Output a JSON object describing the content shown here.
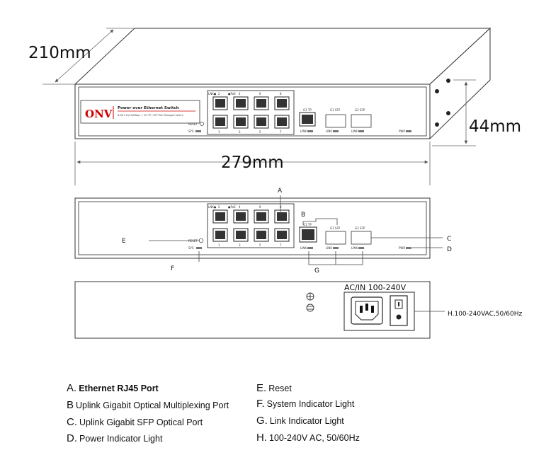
{
  "dimensions": {
    "depth": "210mm",
    "width": "279mm",
    "height": "44mm"
  },
  "switch_label": {
    "brand": "ONV",
    "title": "Power over Ethernet Switch",
    "subtitle": "8-Port 10/100Mbps + 2G TP / SFP PoE Managed Switch"
  },
  "panel_text": {
    "reset": "RESET",
    "sys": "SYS",
    "link": "LINK",
    "power": "PWR",
    "lnk_act": "LNK●",
    "poe": "●PoE",
    "top_numbers": [
      "2",
      "4",
      "6",
      "8"
    ],
    "bottom_numbers": [
      "1",
      "3",
      "5",
      "7"
    ],
    "g1_tp": "G1 TP",
    "g1_sfp": "G1 SFP",
    "g2_sfp": "G2 SFP"
  },
  "callouts": {
    "A": "A",
    "B": "B",
    "C": "C",
    "D": "D",
    "E": "E",
    "F": "F",
    "G": "G",
    "H": "H.100-240VAC,50/60Hz"
  },
  "back_panel": {
    "power_title": "AC/IN 100-240V"
  },
  "legend": {
    "left": [
      {
        "letter": "A.",
        "text": "Ethernet RJ45 Port"
      },
      {
        "letter": "B",
        "text": "Uplink Gigabit Optical Multiplexing Port"
      },
      {
        "letter": "C.",
        "text": "Uplink Gigabit SFP Optical Port"
      },
      {
        "letter": "D.",
        "text": "Power Indicator Light"
      }
    ],
    "right": [
      {
        "letter": "E.",
        "text": "Reset"
      },
      {
        "letter": "F.",
        "text": "System Indicator Light"
      },
      {
        "letter": "G.",
        "text": "Link Indicator Light"
      },
      {
        "letter": "H.",
        "text": "100-240V AC, 50/60Hz"
      }
    ]
  }
}
